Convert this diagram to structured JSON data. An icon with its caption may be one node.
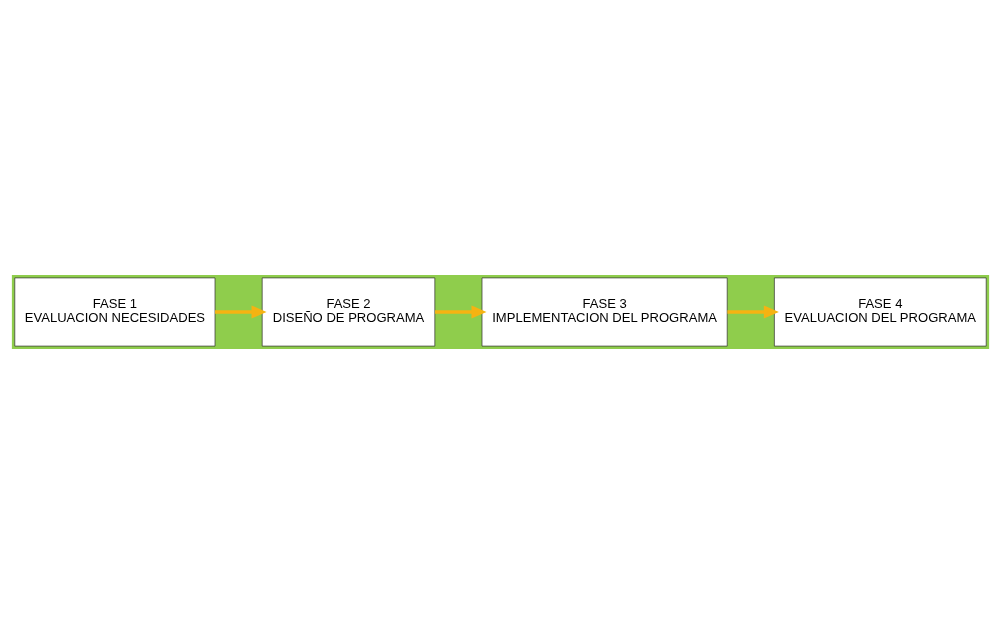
{
  "diagram": {
    "nodes": [
      {
        "text": [
          "FASE 1",
          "EVALUACION NECESIDADES"
        ]
      },
      {
        "text": [
          "FASE 2",
          "DISEÑO DE PROGRAMA"
        ]
      },
      {
        "text": [
          "FASE 3",
          "IMPLEMENTACION DEL PROGRAMA"
        ]
      },
      {
        "text": [
          "FASE 4",
          "EVALUACION DEL PROGRAMA"
        ]
      }
    ],
    "edges": [
      {
        "from": 0,
        "to": 1,
        "arrow": "to"
      },
      {
        "from": 1,
        "to": 2,
        "arrow": "to"
      },
      {
        "from": 2,
        "to": 3,
        "arrow": "to"
      }
    ]
  }
}
